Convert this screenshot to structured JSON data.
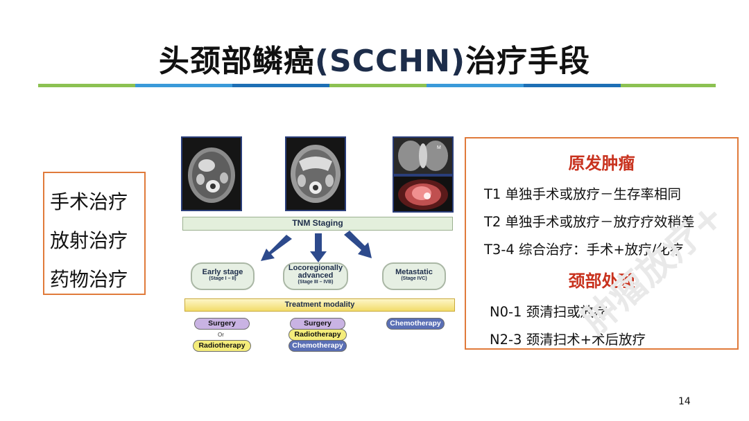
{
  "title_cn_before": "头颈部鳞癌",
  "title_latin": "(SCCHN)",
  "title_cn_after": "治疗手段",
  "rule_colors": [
    "#8cc152",
    "#3a9ad9",
    "#1e6fb5",
    "#8cc152",
    "#3a9ad9",
    "#8cc152"
  ],
  "left_box": {
    "items": [
      "手术治疗",
      "放射治疗",
      "药物治疗"
    ]
  },
  "right_box": {
    "heading_primary": "原发肿瘤",
    "primary_lines": [
      "T1  单独手术或放疗－生存率相同",
      "T2  单独手术或放疗－放疗疗效稍差",
      "T3-4  综合治疗：手术+放疗/化疗"
    ],
    "heading_neck": "颈部处理",
    "neck_lines": [
      "N0-1  颈清扫或放疗",
      "N2-3  颈清扫术+术后放疗"
    ]
  },
  "figure": {
    "tnm_label": "TNM Staging",
    "stages": [
      {
        "main": "Early stage",
        "sub": "(Stage I – II)"
      },
      {
        "main": "Locoregionally advanced",
        "sub": "(Stage III – IVB)"
      },
      {
        "main": "Metastatic",
        "sub": "(Stage IVC)"
      }
    ],
    "modality_label": "Treatment modality",
    "col1": {
      "top": "Surgery",
      "or": "Or",
      "bottom": "Radiotherapy"
    },
    "col2": [
      "Surgery",
      "Radiotherapy",
      "Chemotherapy"
    ],
    "col3": [
      "Chemotherapy"
    ]
  },
  "colors": {
    "accent_red": "#c8321e",
    "box_border": "#e07a3a",
    "surgery": "#c9b3e3",
    "radiotherapy": "#f4ec7a",
    "chemotherapy": "#5a6fb5"
  },
  "page_number": "14",
  "watermark": "肿瘤放疗+"
}
